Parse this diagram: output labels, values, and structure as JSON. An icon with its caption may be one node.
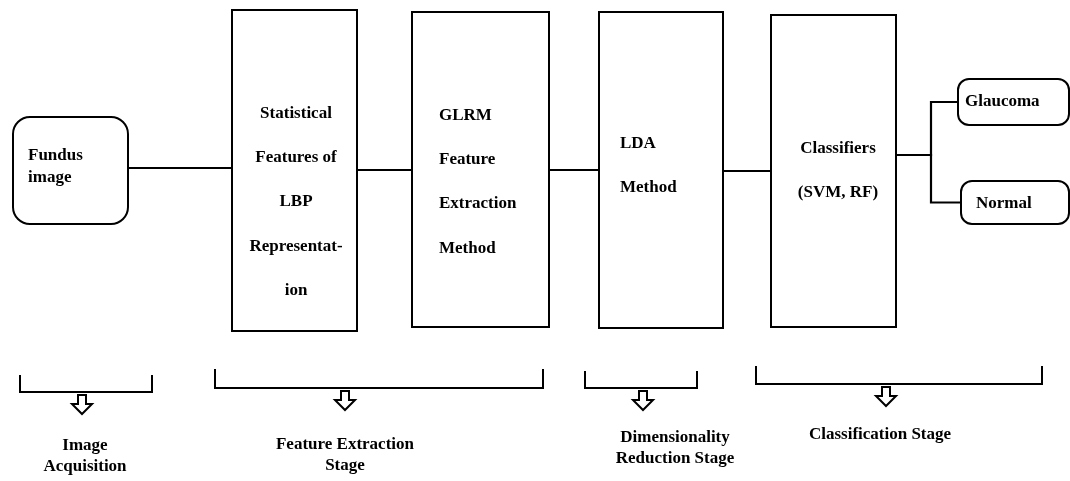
{
  "diagram": {
    "nodes": [
      {
        "text": [
          "Fundus image"
        ]
      },
      {
        "text": [
          "Statistical Features of LBP Representat- ion"
        ]
      },
      {
        "text": [
          "GLRM Feature Extraction Method"
        ]
      },
      {
        "text": [
          "LDA Method"
        ]
      },
      {
        "text": [
          "Classifiers (SVM, RF)"
        ]
      },
      {
        "text": [
          "Glaucoma"
        ]
      },
      {
        "text": [
          "Normal"
        ]
      }
    ],
    "edges": [
      {
        "from": 0,
        "to": 1,
        "arrow": "none"
      },
      {
        "from": 1,
        "to": 2,
        "arrow": "none"
      },
      {
        "from": 2,
        "to": 3,
        "arrow": "none"
      },
      {
        "from": 3,
        "to": 4,
        "arrow": "none"
      },
      {
        "from": 4,
        "to": 5,
        "arrow": "none"
      },
      {
        "from": 4,
        "to": 6,
        "arrow": "none"
      }
    ],
    "labels": [
      "Image Acquisition",
      "Feature Extraction Stage",
      "Dimensionality Reduction Stage",
      "Classification Stage"
    ]
  }
}
